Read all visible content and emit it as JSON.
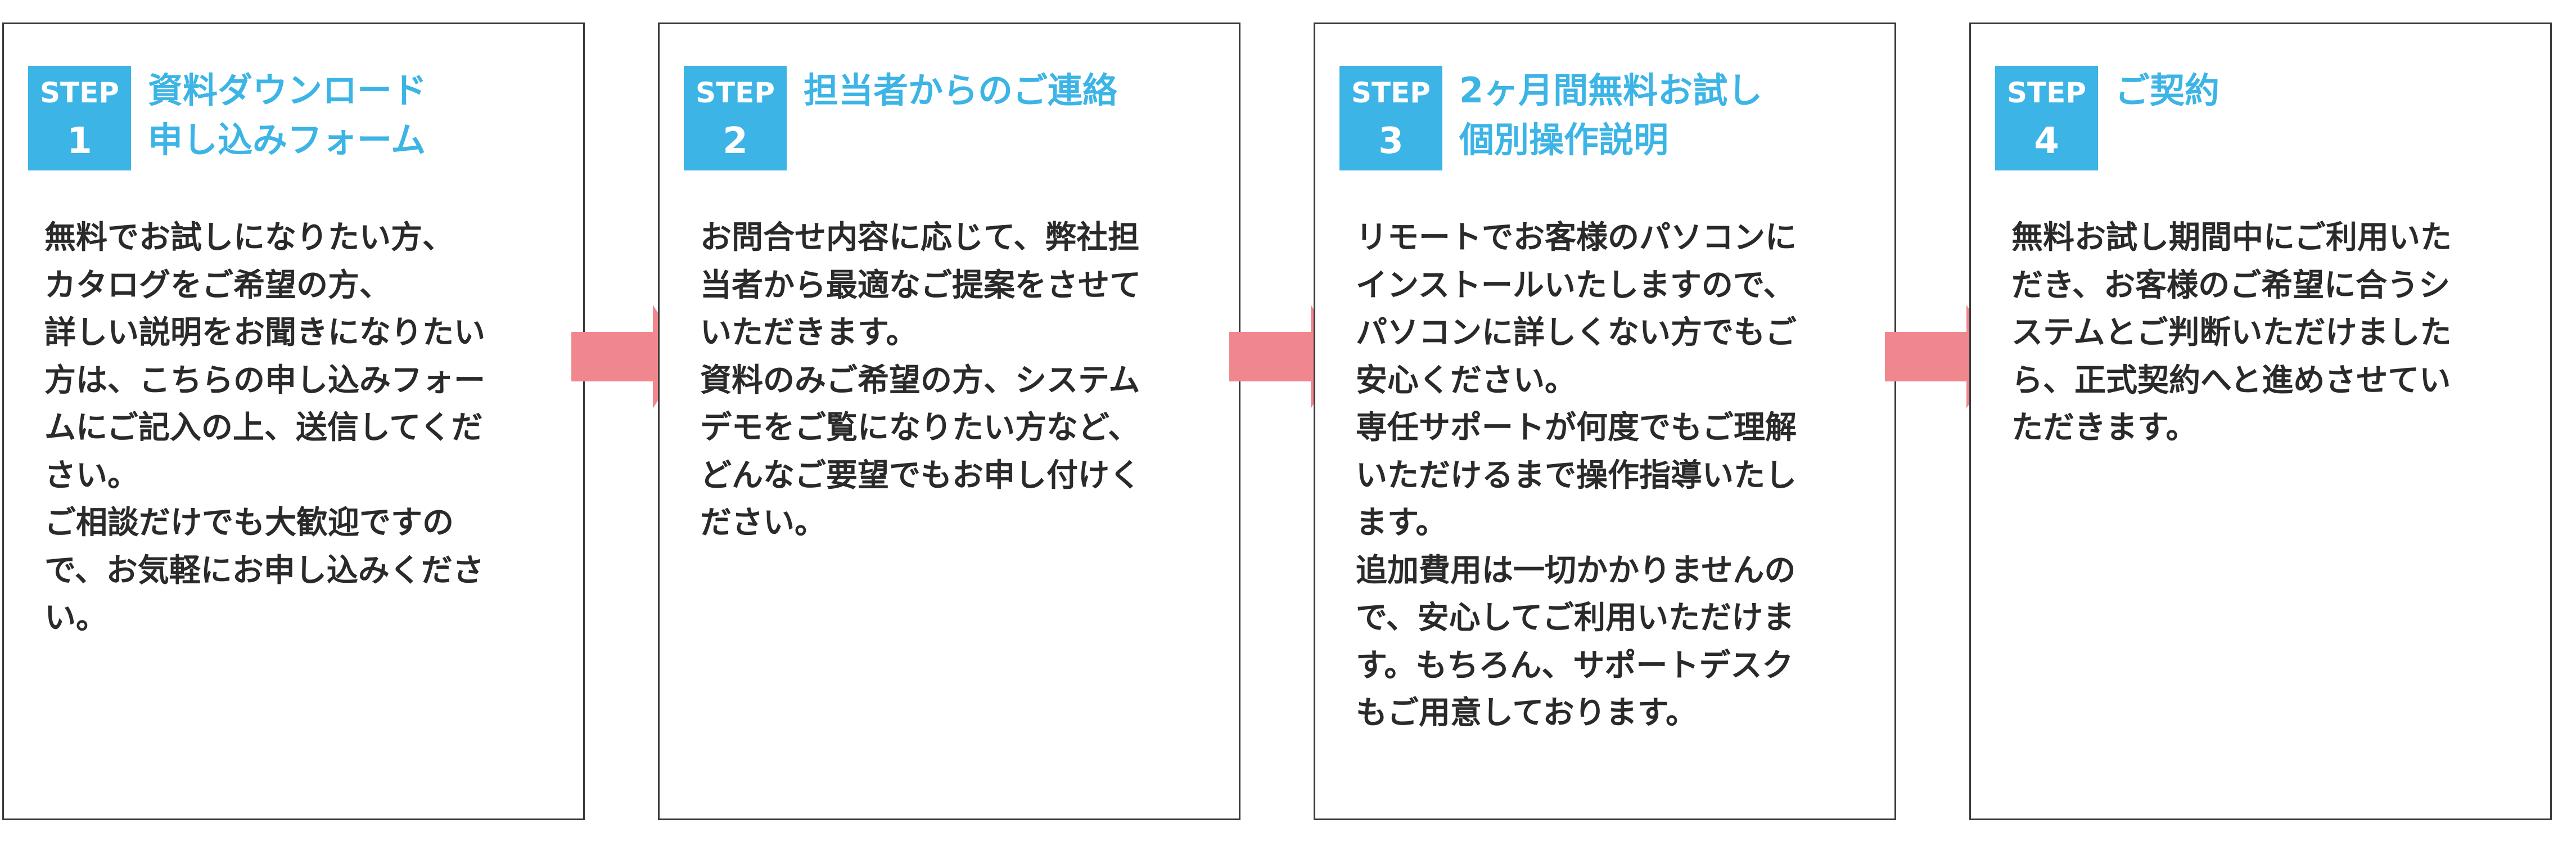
{
  "accent_color": "#3cb4e6",
  "arrow_color": "#f0878f",
  "steps": [
    {
      "badge_word": "STEP",
      "number": "1",
      "heading_lines": [
        "資料ダウンロード",
        "申し込みフォーム"
      ],
      "body_lines": [
        "無料でお試しになりたい方、",
        "カタログをご希望の方、",
        "詳しい説明をお聞きになりたい",
        "方は、こちらの申し込みフォー",
        "ムにご記入の上、送信してくだ",
        "さい。",
        "ご相談だけでも大歓迎ですの",
        "で、お気軽にお申し込みくださ",
        "い。"
      ]
    },
    {
      "badge_word": "STEP",
      "number": "2",
      "heading_lines": [
        "担当者からのご連絡"
      ],
      "body_lines": [
        "お問合せ内容に応じて、弊社担",
        "当者から最適なご提案をさせて",
        "いただきます。",
        "資料のみご希望の方、システム",
        "デモをご覧になりたい方など、",
        "どんなご要望でもお申し付けく",
        "ださい。"
      ]
    },
    {
      "badge_word": "STEP",
      "number": "3",
      "heading_lines": [
        "2ヶ月間無料お試し",
        "個別操作説明"
      ],
      "body_lines": [
        "リモートでお客様のパソコンに",
        "インストールいたしますので、",
        "パソコンに詳しくない方でもご",
        "安心ください。",
        "専任サポートが何度でもご理解",
        "いただけるまで操作指導いたし",
        "ます。",
        "追加費用は一切かかりませんの",
        "で、安心してご利用いただけま",
        "す。もちろん、サポートデスク",
        "もご用意しております。"
      ]
    },
    {
      "badge_word": "STEP",
      "number": "4",
      "heading_lines": [
        "ご契約"
      ],
      "body_lines": [
        "無料お試し期間中にご利用いた",
        "だき、お客様のご希望に合うシ",
        "ステムとご判断いただけました",
        "ら、正式契約へと進めさせてい",
        "ただきます。"
      ]
    }
  ]
}
